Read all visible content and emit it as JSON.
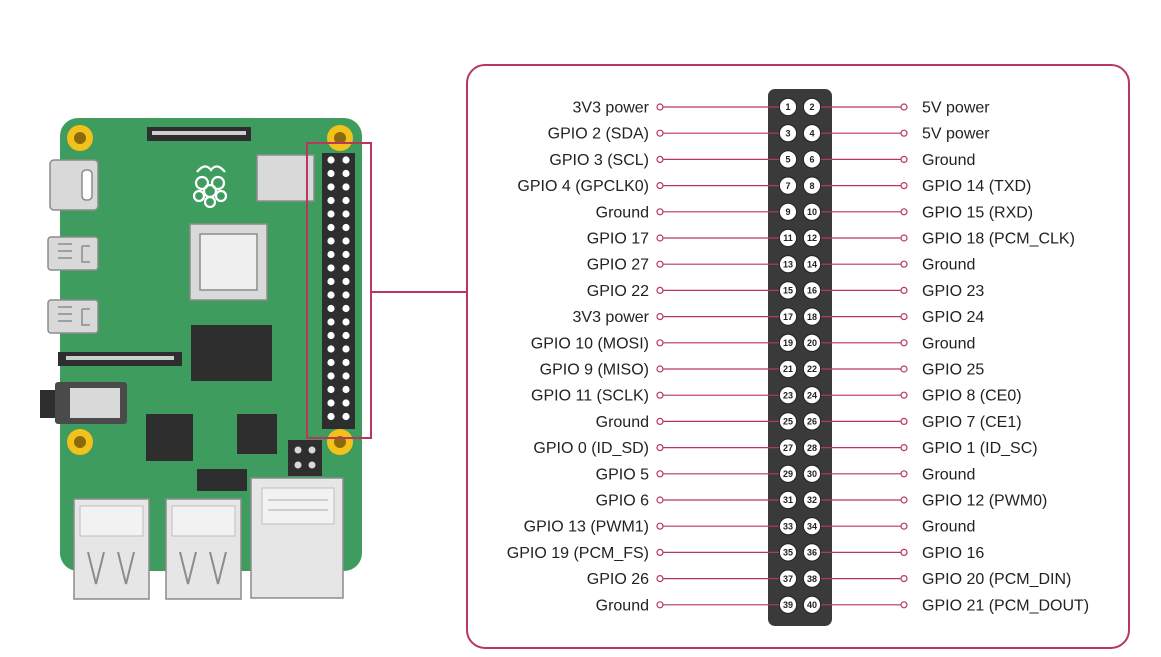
{
  "colors": {
    "frame": "#b9375e",
    "leader": "#b9375e",
    "board": "#3e9c5f",
    "board_dark": "#2f7d4b",
    "header_body": "#3a3a3a",
    "pin_fill": "#ffffff",
    "mount_hole": "#f2c21b",
    "chip": "#2e2e2e",
    "port_metal": "#d9d9d9"
  },
  "icons": {
    "logo": "raspberry-pi-logo-icon"
  },
  "pins": [
    {
      "num": "1",
      "name": "3V3 power"
    },
    {
      "num": "2",
      "name": "5V power"
    },
    {
      "num": "3",
      "name": "GPIO 2 (SDA)"
    },
    {
      "num": "4",
      "name": "5V power"
    },
    {
      "num": "5",
      "name": "GPIO 3 (SCL)"
    },
    {
      "num": "6",
      "name": "Ground"
    },
    {
      "num": "7",
      "name": "GPIO 4 (GPCLK0)"
    },
    {
      "num": "8",
      "name": "GPIO 14 (TXD)"
    },
    {
      "num": "9",
      "name": "Ground"
    },
    {
      "num": "10",
      "name": "GPIO 15 (RXD)"
    },
    {
      "num": "11",
      "name": "GPIO 17"
    },
    {
      "num": "12",
      "name": "GPIO 18 (PCM_CLK)"
    },
    {
      "num": "13",
      "name": "GPIO 27"
    },
    {
      "num": "14",
      "name": "Ground"
    },
    {
      "num": "15",
      "name": "GPIO 22"
    },
    {
      "num": "16",
      "name": "GPIO 23"
    },
    {
      "num": "17",
      "name": "3V3 power"
    },
    {
      "num": "18",
      "name": "GPIO 24"
    },
    {
      "num": "19",
      "name": "GPIO 10 (MOSI)"
    },
    {
      "num": "20",
      "name": "Ground"
    },
    {
      "num": "21",
      "name": "GPIO 9 (MISO)"
    },
    {
      "num": "22",
      "name": "GPIO 25"
    },
    {
      "num": "23",
      "name": "GPIO 11 (SCLK)"
    },
    {
      "num": "24",
      "name": "GPIO 8 (CE0)"
    },
    {
      "num": "25",
      "name": "Ground"
    },
    {
      "num": "26",
      "name": "GPIO 7 (CE1)"
    },
    {
      "num": "27",
      "name": "GPIO 0 (ID_SD)"
    },
    {
      "num": "28",
      "name": "GPIO 1 (ID_SC)"
    },
    {
      "num": "29",
      "name": "GPIO 5"
    },
    {
      "num": "30",
      "name": "Ground"
    },
    {
      "num": "31",
      "name": "GPIO 6"
    },
    {
      "num": "32",
      "name": "GPIO 12 (PWM0)"
    },
    {
      "num": "33",
      "name": "GPIO 13 (PWM1)"
    },
    {
      "num": "34",
      "name": "Ground"
    },
    {
      "num": "35",
      "name": "GPIO 19 (PCM_FS)"
    },
    {
      "num": "36",
      "name": "GPIO 16"
    },
    {
      "num": "37",
      "name": "GPIO 26"
    },
    {
      "num": "38",
      "name": "GPIO 20 (PCM_DIN)"
    },
    {
      "num": "39",
      "name": "Ground"
    },
    {
      "num": "40",
      "name": "GPIO 21 (PCM_DOUT)"
    }
  ]
}
